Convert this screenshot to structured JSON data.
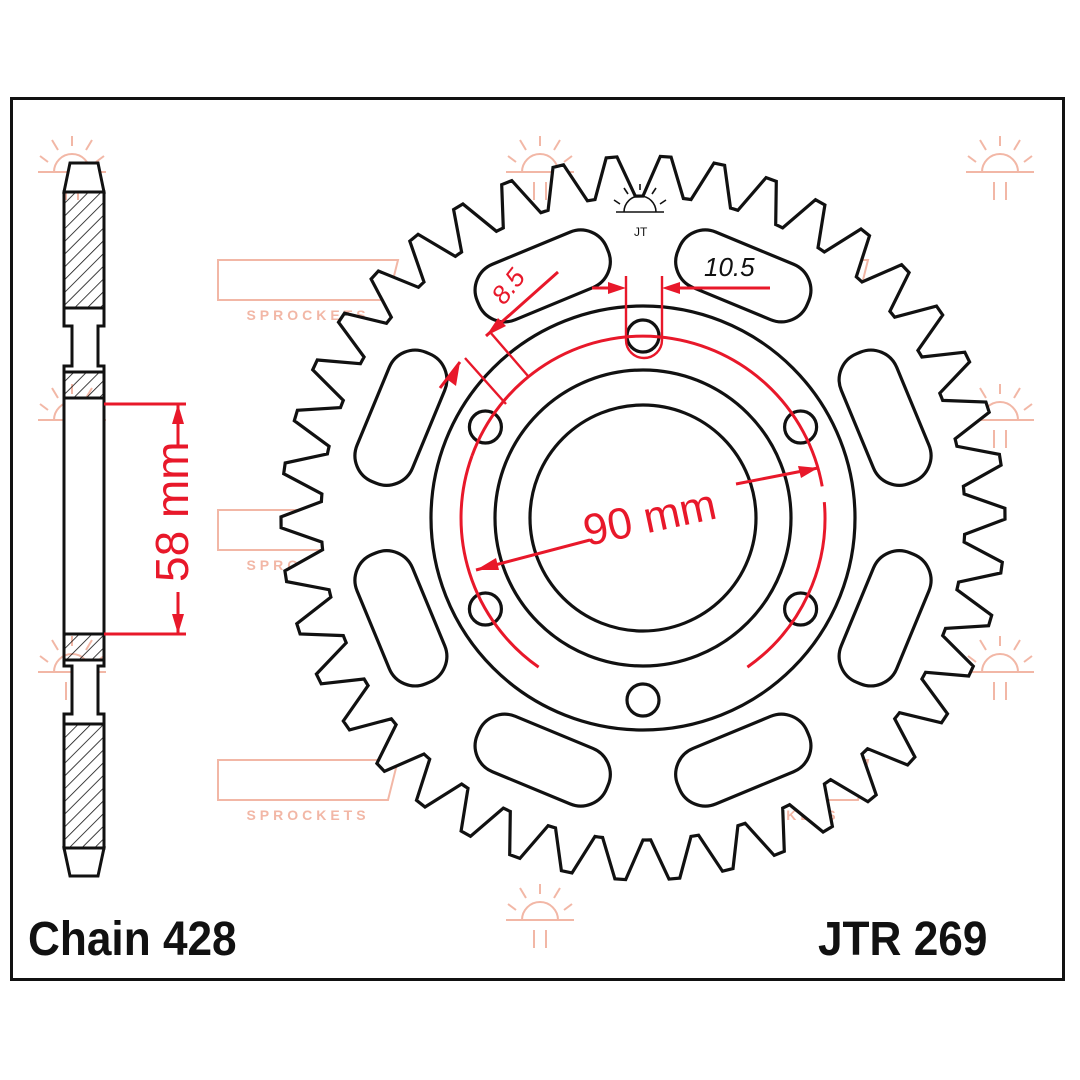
{
  "captions": {
    "chain": "Chain 428",
    "part_number": "JTR 269"
  },
  "dimensions": {
    "bolt_circle": "90 mm",
    "center_bore": "58 mm",
    "bolt_hole": "8.5",
    "slot_width": "10.5"
  },
  "watermark": {
    "brand": "SPROCKETS",
    "logo_icon": "sunrise-logo-icon"
  },
  "sprocket": {
    "teeth": 42,
    "bolt_holes": 6
  },
  "colors": {
    "outline": "#111111",
    "dimension": "#e8182a",
    "watermark": "#f2b7a6"
  }
}
